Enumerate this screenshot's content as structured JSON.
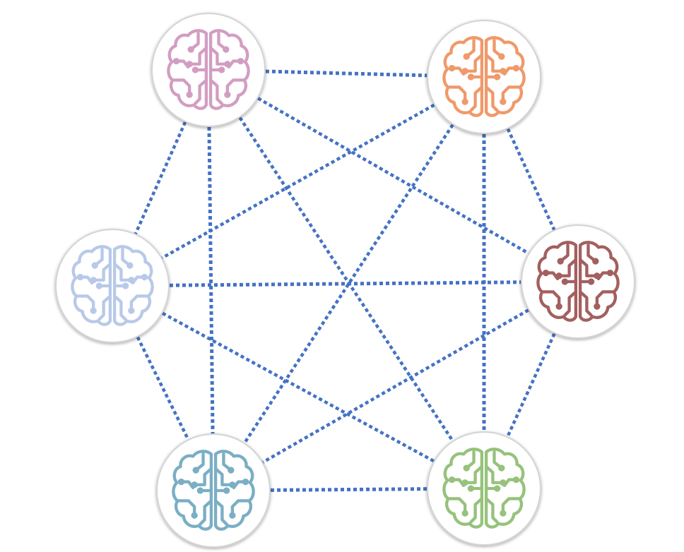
{
  "diagram": {
    "edge_color": "#4472c4",
    "nodes": [
      {
        "id": "top-left",
        "icon": "brain-circuit-icon",
        "color": "#d39dc2"
      },
      {
        "id": "top-right",
        "icon": "brain-circuit-icon",
        "color": "#f0996a"
      },
      {
        "id": "middle-left",
        "icon": "brain-circuit-icon",
        "color": "#b8c9e8"
      },
      {
        "id": "middle-right",
        "icon": "brain-circuit-icon",
        "color": "#a35f5f"
      },
      {
        "id": "bottom-left",
        "icon": "brain-circuit-icon",
        "color": "#7aaec4"
      },
      {
        "id": "bottom-right",
        "icon": "brain-circuit-icon",
        "color": "#96c27c"
      }
    ],
    "edges": [
      [
        "top-left",
        "top-right"
      ],
      [
        "top-left",
        "middle-left"
      ],
      [
        "top-left",
        "middle-right"
      ],
      [
        "top-left",
        "bottom-left"
      ],
      [
        "top-left",
        "bottom-right"
      ],
      [
        "top-right",
        "middle-left"
      ],
      [
        "top-right",
        "middle-right"
      ],
      [
        "top-right",
        "bottom-left"
      ],
      [
        "top-right",
        "bottom-right"
      ],
      [
        "middle-left",
        "middle-right"
      ],
      [
        "middle-left",
        "bottom-left"
      ],
      [
        "middle-left",
        "bottom-right"
      ],
      [
        "middle-right",
        "bottom-left"
      ],
      [
        "middle-right",
        "bottom-right"
      ],
      [
        "bottom-left",
        "bottom-right"
      ]
    ]
  }
}
